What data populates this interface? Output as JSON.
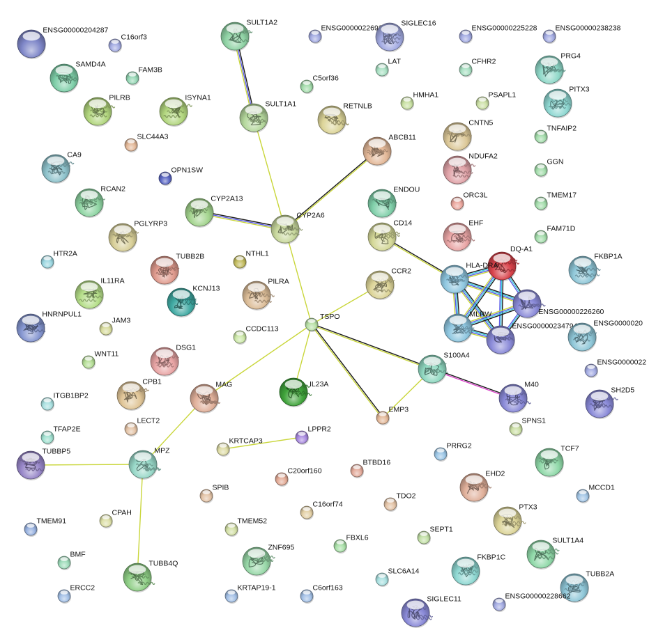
{
  "network": {
    "nodes": [
      {
        "id": "ENSG00000204287",
        "color": "#7e86c8",
        "size": "lg"
      },
      {
        "id": "C16orf3",
        "color": "#a3abe2",
        "size": "sm"
      },
      {
        "id": "SAMD4A",
        "color": "#7fcfa9",
        "size": "lg",
        "structure": true
      },
      {
        "id": "FAM3B",
        "color": "#94d6b4",
        "size": "sm"
      },
      {
        "id": "PILRB",
        "color": "#b2d67e",
        "size": "lg",
        "structure": true
      },
      {
        "id": "ISYNA1",
        "color": "#b2d67e",
        "size": "lg",
        "structure": true
      },
      {
        "id": "SLC44A3",
        "color": "#e3b898",
        "size": "sm"
      },
      {
        "id": "CA9",
        "color": "#8fc3cc",
        "size": "lg",
        "structure": true
      },
      {
        "id": "OPN1SW",
        "color": "#5b67c4",
        "size": "sm"
      },
      {
        "id": "RCAN2",
        "color": "#8fd5a3",
        "size": "lg",
        "structure": true
      },
      {
        "id": "PGLYRP3",
        "color": "#d8cf98",
        "size": "lg",
        "structure": true
      },
      {
        "id": "HTR2A",
        "color": "#9bd6e0",
        "size": "sm"
      },
      {
        "id": "TUBB2B",
        "color": "#e09b8e",
        "size": "lg",
        "structure": true
      },
      {
        "id": "IL11RA",
        "color": "#b5de89",
        "size": "lg",
        "structure": true
      },
      {
        "id": "KCNJ13",
        "color": "#3fa9a2",
        "size": "lg",
        "structure": true
      },
      {
        "id": "HNRNPUL1",
        "color": "#8495d0",
        "size": "lg",
        "structure": true
      },
      {
        "id": "JAM3",
        "color": "#d8dc9e",
        "size": "sm"
      },
      {
        "id": "WNT11",
        "color": "#b5de96",
        "size": "sm"
      },
      {
        "id": "DSG1",
        "color": "#e9a5a5",
        "size": "lg",
        "structure": true
      },
      {
        "id": "CPB1",
        "color": "#e0c597",
        "size": "lg",
        "structure": true
      },
      {
        "id": "ITGB1BP2",
        "color": "#a9e0e0",
        "size": "sm"
      },
      {
        "id": "TFAP2E",
        "color": "#9fe0cf",
        "size": "sm"
      },
      {
        "id": "LECT2",
        "color": "#e3c3a6",
        "size": "sm"
      },
      {
        "id": "TUBBP5",
        "color": "#9786c8",
        "size": "lg",
        "structure": true
      },
      {
        "id": "MPZ",
        "color": "#98d8c8",
        "size": "lg",
        "structure": true
      },
      {
        "id": "CPAH",
        "color": "#dde0a8",
        "size": "sm"
      },
      {
        "id": "TMEM91",
        "color": "#98b2e0",
        "size": "sm"
      },
      {
        "id": "BMF",
        "color": "#9fdcbb",
        "size": "sm"
      },
      {
        "id": "TUBB4Q",
        "color": "#8fcf86",
        "size": "lg",
        "structure": true
      },
      {
        "id": "ERCC2",
        "color": "#a3c0e6",
        "size": "sm"
      },
      {
        "id": "SULT1A2",
        "color": "#8fd2a4",
        "size": "lg",
        "structure": true
      },
      {
        "id": "SULT1A1",
        "color": "#b5d89d",
        "size": "lg",
        "structure": true
      },
      {
        "id": "CYP2A13",
        "color": "#a3d48e",
        "size": "lg",
        "structure": true
      },
      {
        "id": "CYP2A6",
        "color": "#c8d89d",
        "size": "lg",
        "structure": true
      },
      {
        "id": "NTHL1",
        "color": "#c2bb5e",
        "size": "sm"
      },
      {
        "id": "PILRA",
        "color": "#dcbd98",
        "size": "lg",
        "structure": true
      },
      {
        "id": "CCDC113",
        "color": "#cce8a8",
        "size": "sm"
      },
      {
        "id": "TSPO",
        "color": "#b8e0a6",
        "size": "sm"
      },
      {
        "id": "MAG",
        "color": "#e0b09a",
        "size": "lg",
        "structure": true
      },
      {
        "id": "IL23A",
        "color": "#3fa33a",
        "size": "lg",
        "structure": true
      },
      {
        "id": "KRTCAP3",
        "color": "#dedca6",
        "size": "sm"
      },
      {
        "id": "LPPR2",
        "color": "#a98ae0",
        "size": "sm"
      },
      {
        "id": "SPIB",
        "color": "#e3c3a6",
        "size": "sm"
      },
      {
        "id": "C20orf160",
        "color": "#e3ab96",
        "size": "sm"
      },
      {
        "id": "TMEM52",
        "color": "#d3e0a6",
        "size": "sm"
      },
      {
        "id": "C16orf74",
        "color": "#e3d0a6",
        "size": "sm"
      },
      {
        "id": "ZNF695",
        "color": "#98d8a8",
        "size": "lg",
        "structure": true
      },
      {
        "id": "KRTAP19-1",
        "color": "#a3c0e6",
        "size": "sm"
      },
      {
        "id": "C6orf163",
        "color": "#a3c0e6",
        "size": "sm"
      },
      {
        "id": "FBXL6",
        "color": "#a9e0a8",
        "size": "sm"
      },
      {
        "id": "ENSG00000226923",
        "color": "#a3abe2",
        "size": "sm"
      },
      {
        "id": "SIGLEC16",
        "color": "#a3abe2",
        "size": "lg",
        "structure": true
      },
      {
        "id": "LAT",
        "color": "#a9e0c3",
        "size": "sm"
      },
      {
        "id": "C5orf36",
        "color": "#a3dcab",
        "size": "sm"
      },
      {
        "id": "RETNLB",
        "color": "#dcd498",
        "size": "lg",
        "structure": true
      },
      {
        "id": "HMHA1",
        "color": "#c8e0a2",
        "size": "sm"
      },
      {
        "id": "ABCB11",
        "color": "#e3b898",
        "size": "lg",
        "structure": true
      },
      {
        "id": "ENDOU",
        "color": "#7fcfa9",
        "size": "lg",
        "structure": true
      },
      {
        "id": "CD14",
        "color": "#d4d898",
        "size": "lg",
        "structure": true
      },
      {
        "id": "CCR2",
        "color": "#dcd498",
        "size": "lg",
        "structure": true
      },
      {
        "id": "BTBD16",
        "color": "#e3ab9b",
        "size": "sm"
      },
      {
        "id": "PRRG2",
        "color": "#9bc6e6",
        "size": "sm"
      },
      {
        "id": "TDO2",
        "color": "#e3c3a6",
        "size": "sm"
      },
      {
        "id": "SEPT1",
        "color": "#c2e0a6",
        "size": "sm"
      },
      {
        "id": "SLC6A14",
        "color": "#a9e0e0",
        "size": "sm"
      },
      {
        "id": "SIGLEC11",
        "color": "#8a8ad8",
        "size": "lg",
        "structure": true
      },
      {
        "id": "ENSG00000225228",
        "color": "#a3abe2",
        "size": "sm"
      },
      {
        "id": "ENSG00000238238",
        "color": "#a3abe2",
        "size": "sm"
      },
      {
        "id": "CFHR2",
        "color": "#a9e0c3",
        "size": "sm"
      },
      {
        "id": "PSAPL1",
        "color": "#cce0a6",
        "size": "sm"
      },
      {
        "id": "CNTN5",
        "color": "#dcc898",
        "size": "lg",
        "structure": true
      },
      {
        "id": "NDUFA2",
        "color": "#e0a3a8",
        "size": "lg",
        "structure": true
      },
      {
        "id": "ORC3L",
        "color": "#eba79e",
        "size": "sm"
      },
      {
        "id": "EHF",
        "color": "#e9a5a5",
        "size": "lg",
        "structure": true
      },
      {
        "id": "PRG4",
        "color": "#8fd8c8",
        "size": "lg",
        "structure": true
      },
      {
        "id": "PITX3",
        "color": "#8fd8d2",
        "size": "lg",
        "structure": true
      },
      {
        "id": "TNFAIP2",
        "color": "#a3dcab",
        "size": "sm"
      },
      {
        "id": "GGN",
        "color": "#a3dcab",
        "size": "sm"
      },
      {
        "id": "TMEM17",
        "color": "#a3dcab",
        "size": "sm"
      },
      {
        "id": "FAM71D",
        "color": "#a3dcab",
        "size": "sm"
      },
      {
        "id": "DQ-A1",
        "color": "#d8424a",
        "size": "lg",
        "structure": true
      },
      {
        "id": "HLA-DRA",
        "color": "#8fc7e0",
        "size": "lg",
        "structure": true
      },
      {
        "id": "ENSG00000226260",
        "color": "#8a8ad8",
        "size": "lg",
        "structure": true
      },
      {
        "id": "MLRW",
        "color": "#8fc7e0",
        "size": "lg",
        "structure": true
      },
      {
        "id": "ENSG00000234794",
        "color": "#8a8ad8",
        "size": "lg",
        "structure": true
      },
      {
        "id": "FKBP1A",
        "color": "#8fc7d8",
        "size": "lg",
        "structure": true
      },
      {
        "id": "ENSG0000020",
        "color": "#8fc7d8",
        "size": "lg",
        "structure": true
      },
      {
        "id": "ENSG0000022",
        "color": "#a3abe2",
        "size": "sm"
      },
      {
        "id": "SH2D5",
        "color": "#8a8ad8",
        "size": "lg",
        "structure": true
      },
      {
        "id": "S100A4",
        "color": "#8fd8c0",
        "size": "lg",
        "structure": true
      },
      {
        "id": "EMP3",
        "color": "#e3b898",
        "size": "sm"
      },
      {
        "id": "M40",
        "color": "#8a8ad8",
        "size": "lg",
        "structure": true
      },
      {
        "id": "SPNS1",
        "color": "#cce0a6",
        "size": "sm"
      },
      {
        "id": "TCF7",
        "color": "#8fd8a8",
        "size": "lg",
        "structure": true
      },
      {
        "id": "MCCD1",
        "color": "#a3c6e6",
        "size": "sm"
      },
      {
        "id": "EHD2",
        "color": "#e0b09a",
        "size": "lg",
        "structure": true
      },
      {
        "id": "PTX3",
        "color": "#dcd498",
        "size": "lg",
        "structure": true
      },
      {
        "id": "SULT1A4",
        "color": "#8fd8a8",
        "size": "lg",
        "structure": true
      },
      {
        "id": "FKBP1C",
        "color": "#8fd8d2",
        "size": "lg",
        "structure": true
      },
      {
        "id": "TUBB2A",
        "color": "#8fc7d8",
        "size": "lg",
        "structure": true
      },
      {
        "id": "ENSG00000228662",
        "color": "#a3abe2",
        "size": "sm"
      }
    ],
    "edges": [
      {
        "from": "SULT1A2",
        "to": "SULT1A1",
        "channels": [
          "#1a1a1a",
          "#5a5ae6",
          "#c9d63a"
        ]
      },
      {
        "from": "SULT1A1",
        "to": "CYP2A6",
        "channels": [
          "#c9d63a"
        ]
      },
      {
        "from": "CYP2A13",
        "to": "CYP2A6",
        "channels": [
          "#1a1a1a",
          "#5a5ae6",
          "#c9d63a"
        ]
      },
      {
        "from": "CYP2A6",
        "to": "ABCB11",
        "channels": [
          "#1a1a1a",
          "#c9d63a"
        ]
      },
      {
        "from": "CYP2A6",
        "to": "TSPO",
        "channels": [
          "#c9d63a"
        ]
      },
      {
        "from": "TSPO",
        "to": "CCR2",
        "channels": [
          "#c9d63a"
        ]
      },
      {
        "from": "TSPO",
        "to": "S100A4",
        "channels": [
          "#1a1a1a",
          "#c9d63a"
        ]
      },
      {
        "from": "TSPO",
        "to": "EMP3",
        "channels": [
          "#1a1a1a",
          "#c9d63a"
        ]
      },
      {
        "from": "TSPO",
        "to": "IL23A",
        "channels": [
          "#c9d63a"
        ]
      },
      {
        "from": "TSPO",
        "to": "MAG",
        "channels": [
          "#c9d63a"
        ]
      },
      {
        "from": "MAG",
        "to": "MPZ",
        "channels": [
          "#c9d63a"
        ]
      },
      {
        "from": "MPZ",
        "to": "TUBBP5",
        "channels": [
          "#c9d63a"
        ]
      },
      {
        "from": "MPZ",
        "to": "TUBB4Q",
        "channels": [
          "#c9d63a"
        ]
      },
      {
        "from": "KRTCAP3",
        "to": "LPPR2",
        "channels": [
          "#c9d63a"
        ]
      },
      {
        "from": "S100A4",
        "to": "EMP3",
        "channels": [
          "#c9d63a"
        ]
      },
      {
        "from": "S100A4",
        "to": "M40",
        "channels": [
          "#1a1a1a",
          "#d83cc8"
        ]
      },
      {
        "from": "CD14",
        "to": "HLA-DRA",
        "channels": [
          "#1a1a1a",
          "#c9d63a"
        ]
      },
      {
        "from": "HLA-DRA",
        "to": "DQ-A1",
        "channels": [
          "#1a1a1a",
          "#3ac8e0",
          "#5a5ae6",
          "#c9d63a"
        ]
      },
      {
        "from": "HLA-DRA",
        "to": "ENSG00000226260",
        "channels": [
          "#1a1a1a",
          "#3ac8e0",
          "#5a5ae6",
          "#c9d63a"
        ]
      },
      {
        "from": "HLA-DRA",
        "to": "MLRW",
        "channels": [
          "#1a1a1a",
          "#3ac8e0",
          "#5a5ae6",
          "#c9d63a"
        ]
      },
      {
        "from": "HLA-DRA",
        "to": "ENSG00000234794",
        "channels": [
          "#1a1a1a",
          "#3ac8e0",
          "#5a5ae6",
          "#c9d63a"
        ]
      },
      {
        "from": "DQ-A1",
        "to": "ENSG00000226260",
        "channels": [
          "#1a1a1a",
          "#3ac8e0",
          "#5a5ae6"
        ]
      },
      {
        "from": "DQ-A1",
        "to": "MLRW",
        "channels": [
          "#1a1a1a",
          "#3ac8e0",
          "#5a5ae6",
          "#c9d63a"
        ]
      },
      {
        "from": "DQ-A1",
        "to": "ENSG00000234794",
        "channels": [
          "#1a1a1a",
          "#3ac8e0",
          "#5a5ae6"
        ]
      },
      {
        "from": "ENSG00000226260",
        "to": "MLRW",
        "channels": [
          "#1a1a1a",
          "#3ac8e0",
          "#5a5ae6",
          "#c9d63a"
        ]
      },
      {
        "from": "ENSG00000226260",
        "to": "ENSG00000234794",
        "channels": [
          "#1a1a1a",
          "#3ac8e0",
          "#5a5ae6"
        ]
      },
      {
        "from": "MLRW",
        "to": "ENSG00000234794",
        "channels": [
          "#1a1a1a",
          "#3ac8e0",
          "#5a5ae6",
          "#c9d63a"
        ]
      }
    ]
  }
}
